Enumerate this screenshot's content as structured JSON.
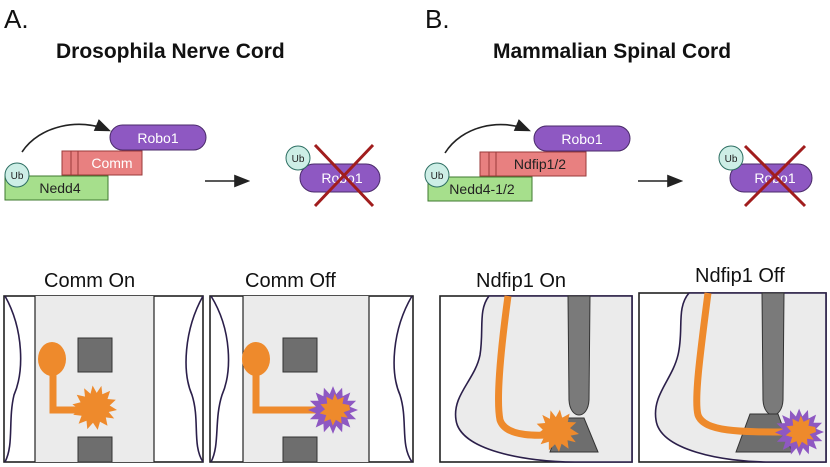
{
  "panel_a": {
    "letter": "A.",
    "title": "Drosophila Nerve Cord",
    "ub": "Ub",
    "ligase": "Nedd4",
    "adaptor": "Comm",
    "receptor": "Robo1",
    "degraded_receptor": "Robo1",
    "condition_on": "Comm On",
    "condition_off": "Comm Off"
  },
  "panel_b": {
    "letter": "B.",
    "title": "Mammalian Spinal Cord",
    "ub": "Ub",
    "ligase": "Nedd4-1/2",
    "adaptor": "Ndfip1/2",
    "receptor": "Robo1",
    "degraded_receptor": "Robo1",
    "condition_on": "Ndfip1 On",
    "condition_off": "Ndfip1 Off"
  },
  "colors": {
    "robo": "#8e58c2",
    "adaptor": "#e88080",
    "ligase": "#a6df8c",
    "ub": "#cdeee6",
    "axon": "#ee8a2c",
    "cross": "#a11d1d",
    "midline": "#7a7a7a",
    "panel_bg": "#ebebeb"
  }
}
